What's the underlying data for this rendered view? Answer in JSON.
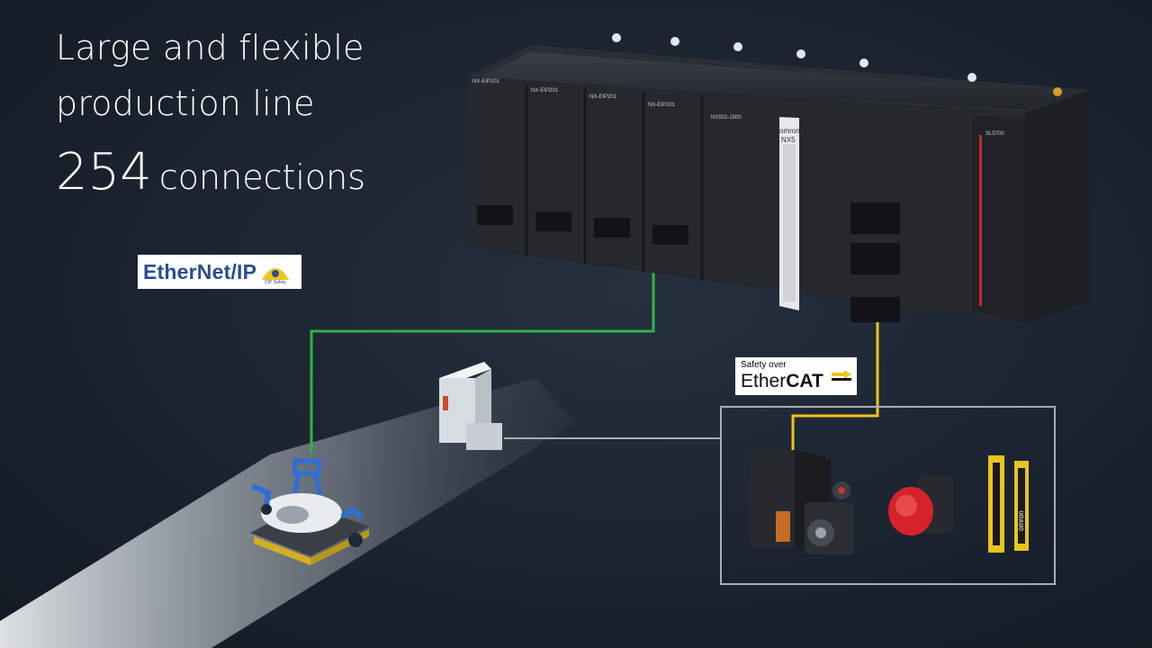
{
  "headline": {
    "line1": "Large and flexible",
    "line2": "production line",
    "count": "254",
    "count_label": "connections"
  },
  "badges": {
    "ethernetip": {
      "text": "EtherNet/IP",
      "sub": "CIP Safety"
    },
    "ethercat": {
      "small": "Safety over",
      "main_a": "Ether",
      "main_b": "CAT"
    }
  },
  "plc": {
    "brand": "omron",
    "model": "NX5",
    "cpu_label": "NX502-1500",
    "safety_label": "SL5700",
    "eip_units": [
      "NX-EIP201",
      "NX-EIP201",
      "NX-EIP201",
      "NX-EIP201"
    ]
  },
  "devices": {
    "light_curtain_brand": "omron"
  },
  "colors": {
    "background": "#1b2330",
    "ethernetip_line": "#2fb34a",
    "ethercat_line": "#f2c21a",
    "box_border": "#a7adb4"
  }
}
